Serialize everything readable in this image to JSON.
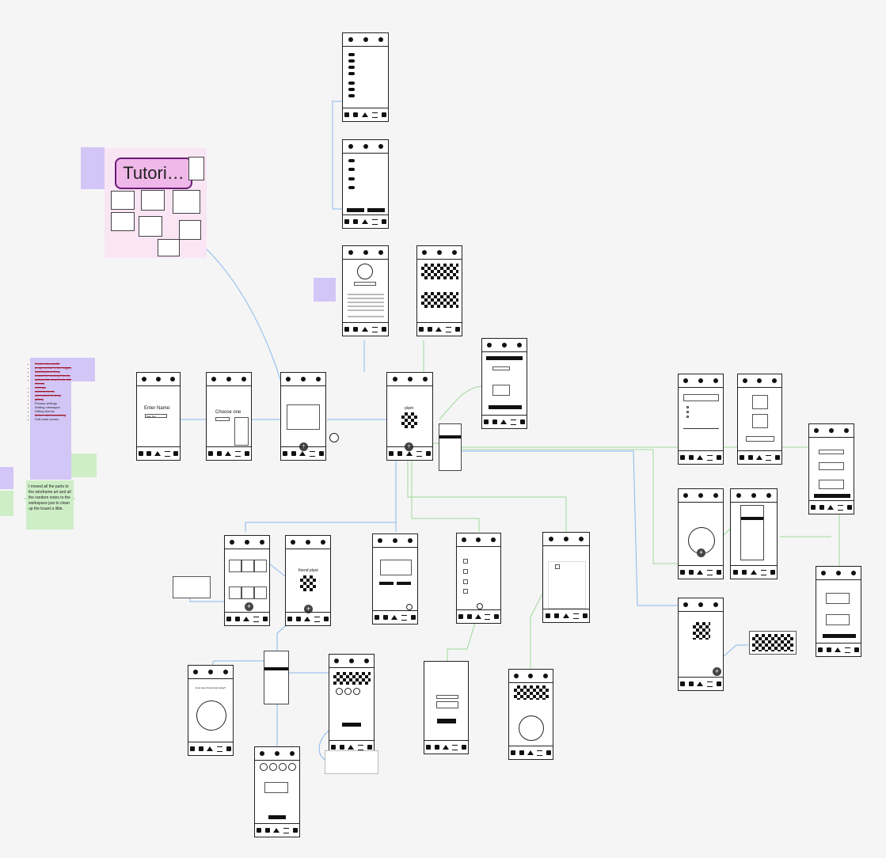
{
  "tutorial": {
    "label": "Tutori…"
  },
  "screens": {
    "enter_name": {
      "prompt": "Enter Name:",
      "input_value": "Sam Nel"
    },
    "choose_one": {
      "prompt": "Choose one"
    },
    "plant_main": {
      "plant_label": "plant"
    },
    "friend_plant": {
      "label": "friend plant"
    },
    "friend_quiz": {
      "question": "How does Friend feel today?"
    }
  },
  "notes": {
    "feature_list": [
      "Further the profile",
      "progress bar in the logging",
      "tutorial plant thing",
      "button for viewing friends",
      "options for what to do with friends",
      "settings",
      "achievements",
      "sub button to shop",
      "gifting",
      "Privacy settings",
      "Writing messages",
      "Gifting friends",
      "Before add something",
      "Soft-reset screen"
    ],
    "cleanup_note": "I moved all the parts to the wireframe art and all the random notes to the workspace just to clean up the board a little."
  },
  "colors": {
    "canvas": "#f5f5f5",
    "frame_border": "#222222",
    "link_blue": "#8ab8f0",
    "link_green": "#9ed99a",
    "sticky_purple": "#d2c6f7",
    "sticky_green": "#cdeec6",
    "tutorial_bg": "#f9e5f4",
    "tutorial_label": "#efb8e8"
  },
  "icons": {
    "top_bar": [
      "profile-icon",
      "friends-icon",
      "notification-icon"
    ],
    "bottom_bar": [
      "people-icon",
      "journal-icon",
      "home-icon",
      "list-icon",
      "shop-icon"
    ]
  }
}
